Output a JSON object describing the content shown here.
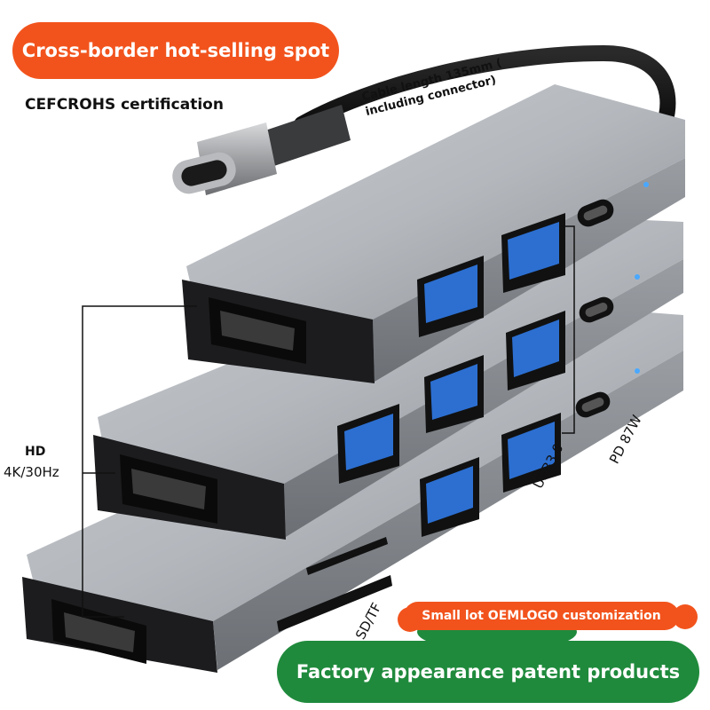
{
  "badges": {
    "top": "Cross-border hot-selling spot",
    "small": "Small lot OEMLOGO customization",
    "bottom": "Factory appearance patent products"
  },
  "labels": {
    "certification": "CEFCROHS certification",
    "cable_line1": "Cable length 135mm (",
    "cable_line2": "including connector)",
    "hd": "HD",
    "hd_spec": "4K/30Hz",
    "usb": "USB3.0",
    "pd": "PD 87W",
    "sdtf": "SD/TF"
  },
  "colors": {
    "badge_orange": "#f2531c",
    "badge_green": "#1f8a3c",
    "hub_silver": "#a7abb0",
    "port_blue": "#2c6fd1",
    "led_blue": "#4aa8ff"
  }
}
